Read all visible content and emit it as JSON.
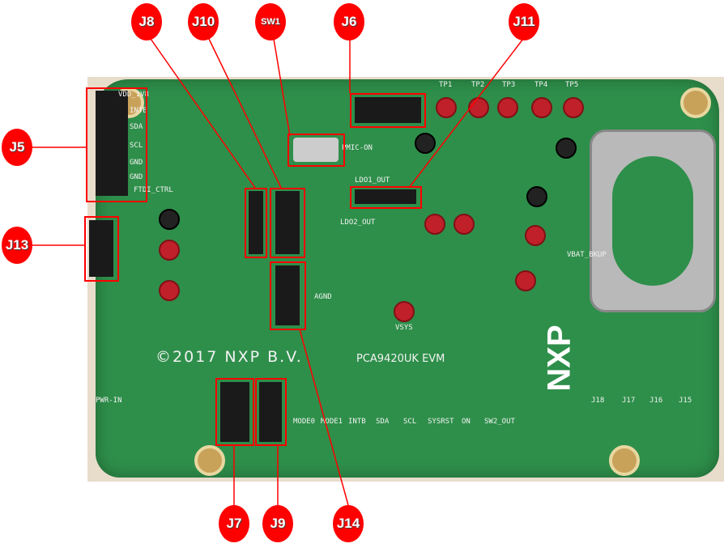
{
  "title": "PCA9420UK EVM board connectors",
  "board": {
    "copyright": "©2017 NXP B.V.",
    "product": "PCA9420UK EVM",
    "logo": "NXP",
    "silk": [
      "VDD_1V8",
      "INTB",
      "SDA",
      "SCL",
      "GND",
      "GND",
      "FTDI_CTRL",
      "PMIC-ON",
      "LDO1_OUT",
      "LDO2_OUT",
      "VBAT_BKUP",
      "VSYS",
      "AGND",
      "TP1",
      "TP2",
      "TP3",
      "TP4",
      "TP5",
      "PWR-IN",
      "MODE0",
      "MODE1",
      "INTB",
      "SDA",
      "SCL",
      "SYSRST",
      "ON",
      "SW2_OUT",
      "J18",
      "J17",
      "J16",
      "J15"
    ]
  },
  "callouts": [
    {
      "id": "j8",
      "label": "J8"
    },
    {
      "id": "j10",
      "label": "J10"
    },
    {
      "id": "sw1",
      "label": "SW1"
    },
    {
      "id": "j6",
      "label": "J6"
    },
    {
      "id": "j11",
      "label": "J11"
    },
    {
      "id": "j5",
      "label": "J5"
    },
    {
      "id": "j13",
      "label": "J13"
    },
    {
      "id": "j7",
      "label": "J7"
    },
    {
      "id": "j9",
      "label": "J9"
    },
    {
      "id": "j14",
      "label": "J14"
    }
  ],
  "colors": {
    "callout": "#ff0000",
    "board": "#2e8f4a"
  }
}
